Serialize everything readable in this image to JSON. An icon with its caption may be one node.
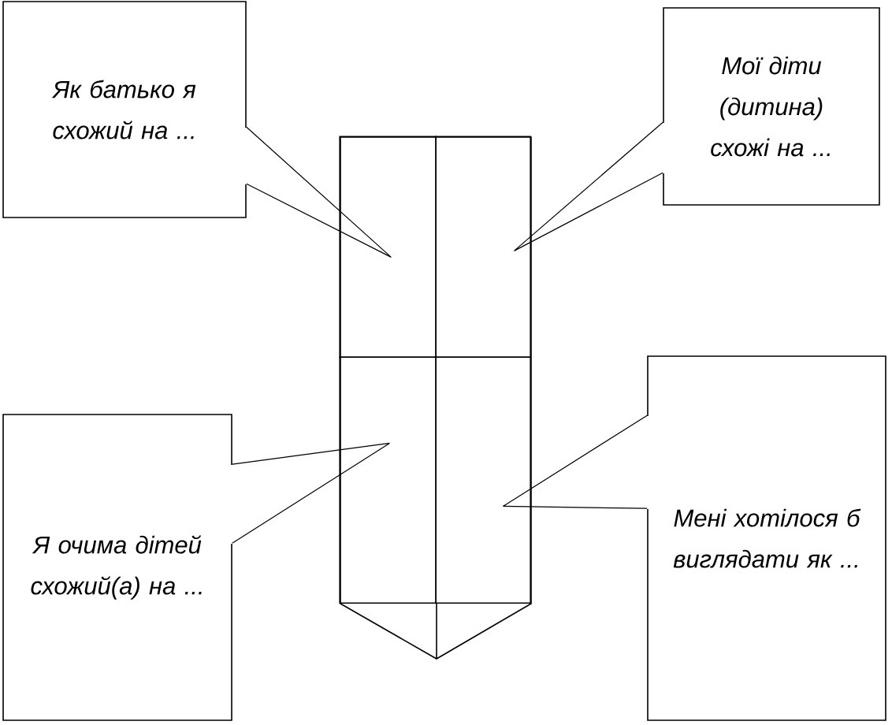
{
  "diagram": {
    "nodes": [
      {
        "text": [
          "Як батько я схожий на ..."
        ]
      },
      {
        "text": [
          "Мої діти (дитина) схожі на ..."
        ]
      },
      {
        "text": [
          "Я очима дітей схожий(а) на ..."
        ]
      },
      {
        "text": [
          "Мені хотілося б виглядати як ..."
        ]
      },
      {
        "text": [],
        "shape": "pentagon"
      },
      {
        "text": [],
        "shape": "box",
        "in": 4
      },
      {
        "text": [],
        "shape": "box",
        "in": 4
      },
      {
        "text": [],
        "shape": "box",
        "in": 4
      },
      {
        "text": [],
        "shape": "box",
        "in": 4
      }
    ],
    "edges": [
      {
        "from": 0,
        "to": 5,
        "arrow": "none"
      },
      {
        "from": 1,
        "to": 6,
        "arrow": "none"
      },
      {
        "from": 2,
        "to": 7,
        "arrow": "none"
      },
      {
        "from": 3,
        "to": 8,
        "arrow": "none"
      }
    ]
  }
}
